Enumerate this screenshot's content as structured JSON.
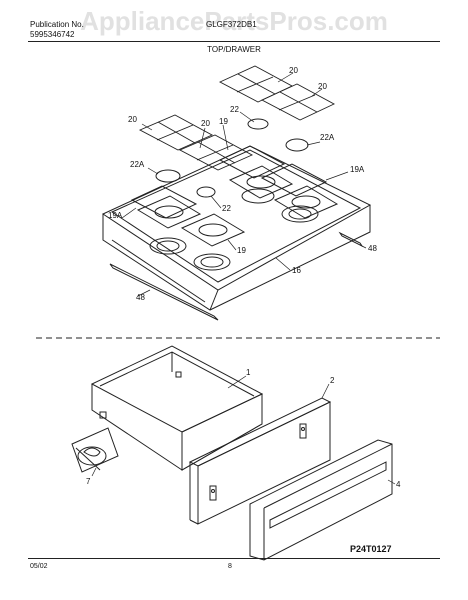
{
  "header": {
    "watermark": "AppliancePartsPros.com",
    "publication_label": "Publication No.",
    "publication_no": "5995346742",
    "model_no": "GLGF372DB1",
    "section_title": "TOP/DRAWER"
  },
  "top_callouts": [
    "20",
    "20",
    "22",
    "20",
    "19",
    "20",
    "22A",
    "22A",
    "19A",
    "22",
    "19A",
    "19",
    "48",
    "16",
    "48"
  ],
  "drawer_callouts": [
    "1",
    "2",
    "7",
    "4"
  ],
  "footer": {
    "date": "05/02",
    "page": "8",
    "figure_code": "P24T0127"
  },
  "colors": {
    "line": "#222222",
    "watermark": "#c8c8c8",
    "background": "#ffffff"
  }
}
